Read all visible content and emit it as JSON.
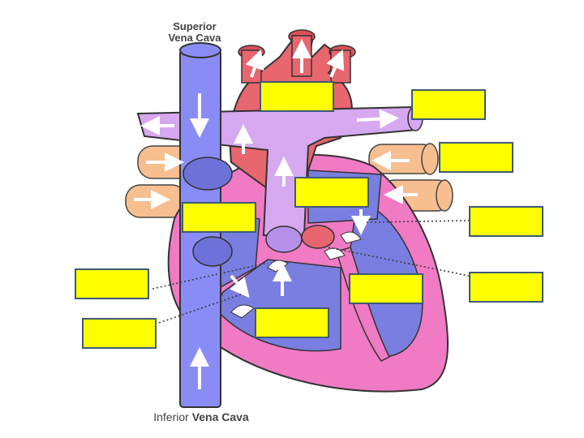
{
  "labels": {
    "superior_line1": "Superior",
    "superior_line2": "Vena Cava",
    "inferior_light": "Inferior",
    "inferior_bold": "Vena Cava"
  },
  "colors": {
    "label_box": "#ffff00",
    "label_box_border": "#3b5a78",
    "vena_cava": "#8a8cf6",
    "aorta": "#e8666e",
    "pulmonary": "#d6a8f0",
    "pulmonary_vein": "#f7be90",
    "myocardium": "#f07ac4",
    "chamber": "#7a7ee0"
  },
  "label_boxes_count_text": ""
}
